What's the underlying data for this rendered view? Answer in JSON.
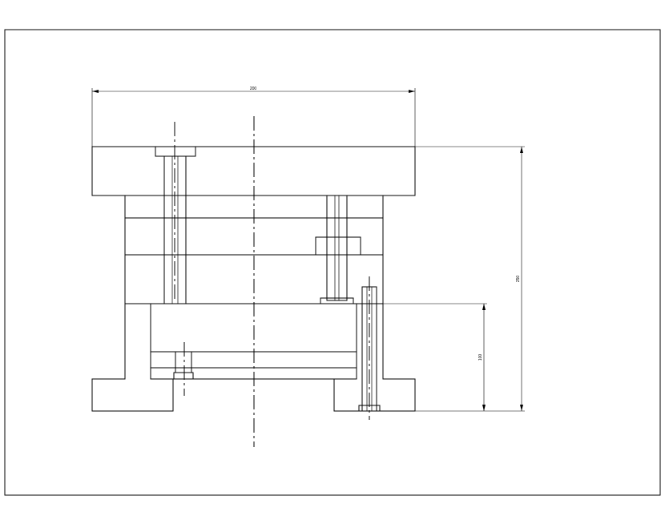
{
  "dimensions": {
    "total_width": "200",
    "total_height": "250",
    "lower_height": "100"
  }
}
